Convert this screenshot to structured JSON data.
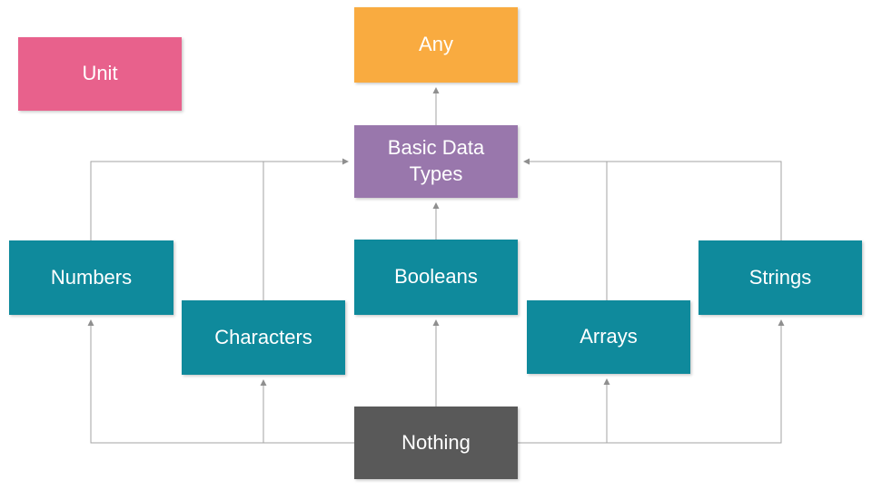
{
  "diagram": {
    "nodes": {
      "unit": {
        "label": "Unit",
        "color": "#e8618c"
      },
      "any": {
        "label": "Any",
        "color": "#f9ab40"
      },
      "basic_data_types": {
        "label": "Basic Data Types",
        "color": "#9977ac"
      },
      "numbers": {
        "label": "Numbers",
        "color": "#0f8a9c"
      },
      "booleans": {
        "label": "Booleans",
        "color": "#0f8a9c"
      },
      "strings": {
        "label": "Strings",
        "color": "#0f8a9c"
      },
      "characters": {
        "label": "Characters",
        "color": "#0f8a9c"
      },
      "arrays": {
        "label": "Arrays",
        "color": "#0f8a9c"
      },
      "nothing": {
        "label": "Nothing",
        "color": "#595959"
      }
    },
    "edges": [
      {
        "from": "Basic Data Types",
        "to": "Any"
      },
      {
        "from": "Numbers",
        "to": "Basic Data Types"
      },
      {
        "from": "Characters",
        "to": "Basic Data Types"
      },
      {
        "from": "Booleans",
        "to": "Basic Data Types"
      },
      {
        "from": "Arrays",
        "to": "Basic Data Types"
      },
      {
        "from": "Strings",
        "to": "Basic Data Types"
      },
      {
        "from": "Nothing",
        "to": "Numbers"
      },
      {
        "from": "Nothing",
        "to": "Characters"
      },
      {
        "from": "Nothing",
        "to": "Booleans"
      },
      {
        "from": "Nothing",
        "to": "Arrays"
      },
      {
        "from": "Nothing",
        "to": "Strings"
      }
    ],
    "palette": {
      "background": "#ffffff",
      "connector_line": "#a3a3a3",
      "arrowhead": "#8f8f8f",
      "node_text": "#ffffff"
    }
  }
}
